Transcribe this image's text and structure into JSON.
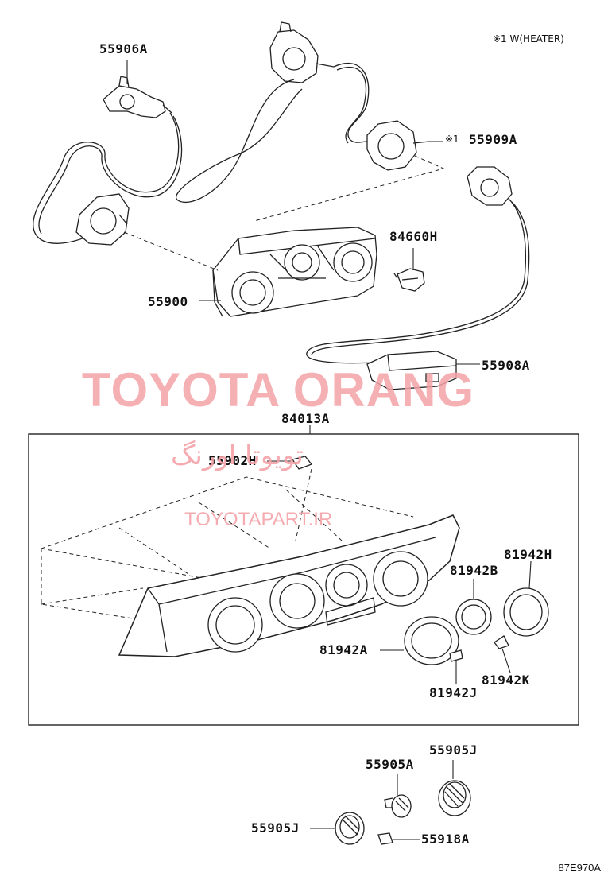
{
  "note": "※1 W(HEATER)",
  "part_labels": {
    "p55906A": "55906A",
    "p55909A": "55909A",
    "p55909A_mark": "※1",
    "p84660H": "84660H",
    "p55900": "55900",
    "p55908A": "55908A",
    "p84013A": "84013A",
    "p55902H": "55902H",
    "p81942H": "81942H",
    "p81942B": "81942B",
    "p81942A": "81942A",
    "p81942J": "81942J",
    "p81942K": "81942K",
    "p55905J_top": "55905J",
    "p55905A": "55905A",
    "p55905J_bottom": "55905J",
    "p55918A": "55918A"
  },
  "watermarks": {
    "main": "TOYOTA ORANG",
    "persian": "تویوتا اورنگ",
    "url": "TOYOTAPART.IR"
  },
  "diagram_code": "87E970A"
}
